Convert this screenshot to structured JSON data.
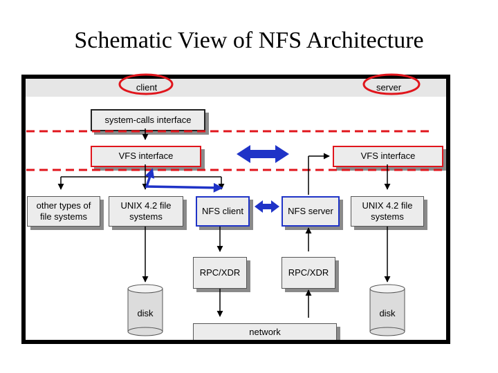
{
  "title": "Schematic View of NFS Architecture",
  "labels": {
    "client": "client",
    "server": "server",
    "syscall": "system-calls interface",
    "vfs_client": "VFS interface",
    "vfs_server": "VFS interface",
    "other_fs_line1": "other types of",
    "other_fs_line2": "file systems",
    "unix_client_line1": "UNIX 4.2 file",
    "unix_client_line2": "systems",
    "nfs_client": "NFS client",
    "nfs_server": "NFS server",
    "unix_server_line1": "UNIX 4.2 file",
    "unix_server_line2": "systems",
    "rpc_client": "RPC/XDR",
    "rpc_server": "RPC/XDR",
    "disk_client": "disk",
    "disk_server": "disk",
    "network": "network"
  },
  "colors": {
    "highlight_red": "#e0151c",
    "highlight_blue": "#1f33c7",
    "box_fill": "#ececec",
    "shadow": "#8a8a8a"
  }
}
